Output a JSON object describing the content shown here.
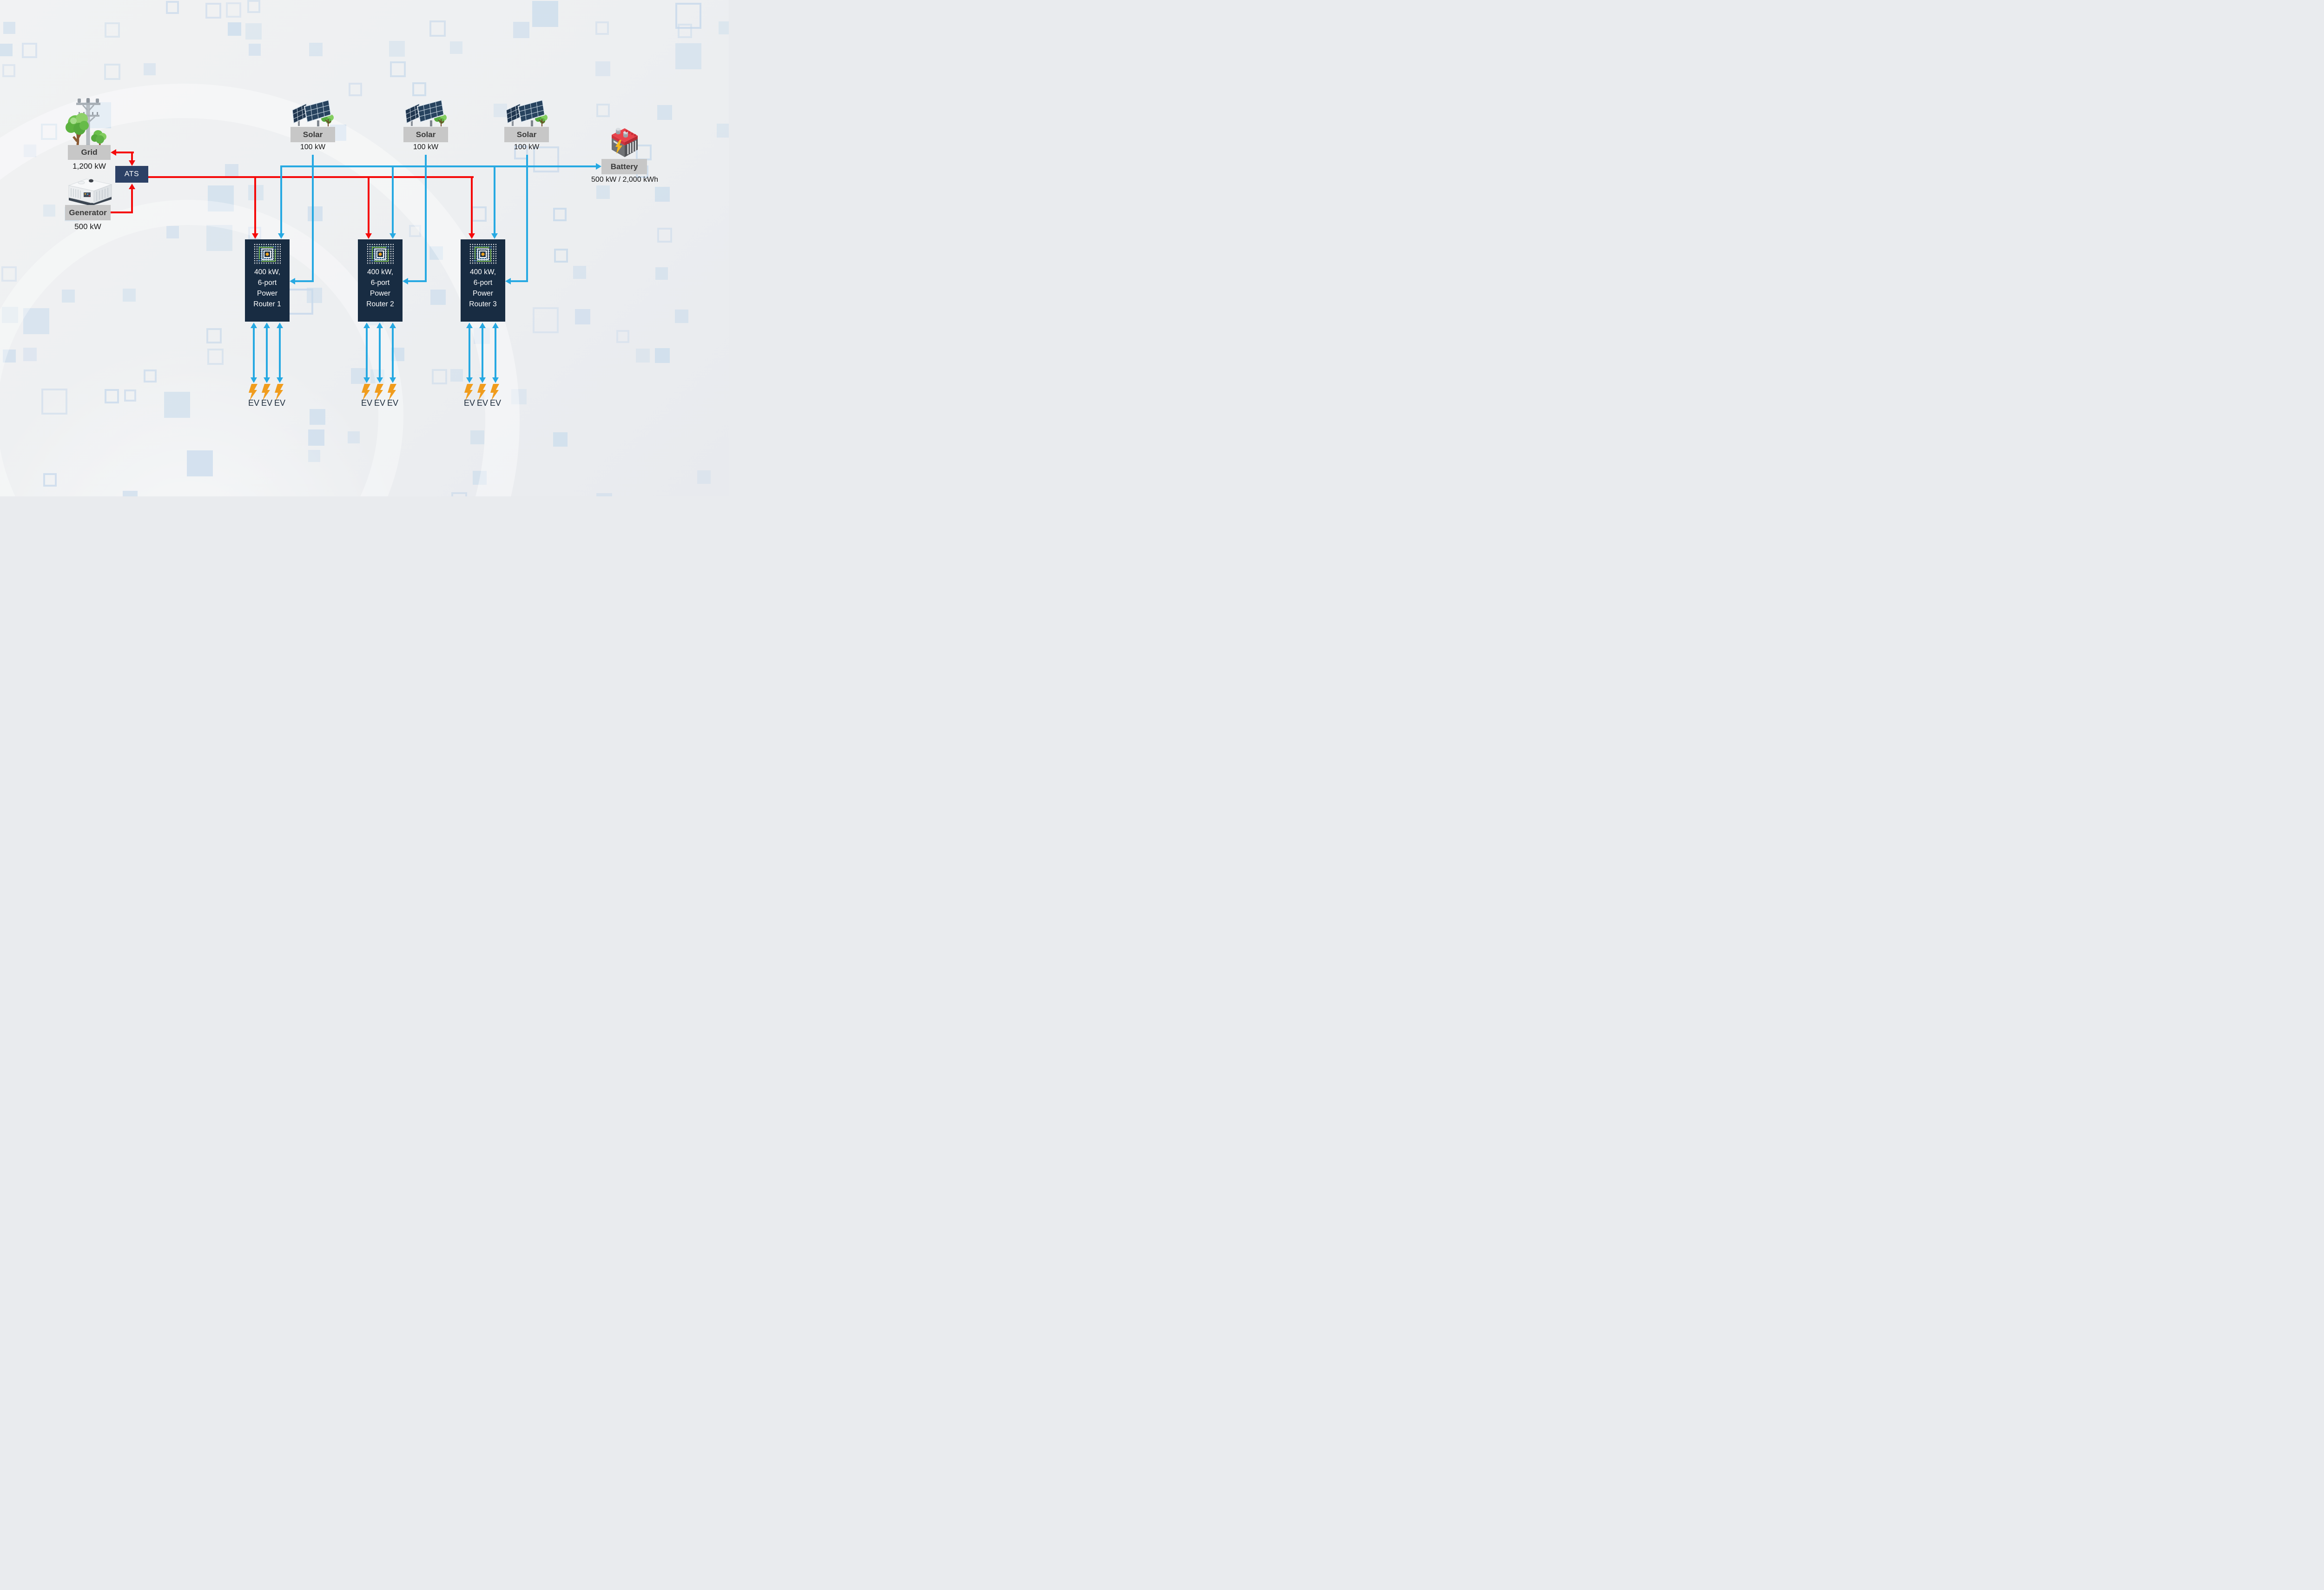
{
  "colors": {
    "ac_line_red": "#f50a0a",
    "dc_line_blue": "#27a9e2",
    "ats_navy": "#2c4166",
    "router_navy": "#182c42",
    "label_bg": "#c7c7c7",
    "label_text": "#3a3a3a",
    "ev_text": "#1b2a3a",
    "bolt_orange": "#f09c1d"
  },
  "nodes": {
    "grid": {
      "label": "Grid",
      "capacity": "1,200 kW"
    },
    "generator": {
      "label": "Generator",
      "capacity": "500 kW"
    },
    "ats": {
      "label": "ATS"
    },
    "battery": {
      "label": "Battery",
      "capacity": "500 kW / 2,000 kWh"
    },
    "solar": [
      {
        "label": "Solar",
        "capacity": "100 kW"
      },
      {
        "label": "Solar",
        "capacity": "100 kW"
      },
      {
        "label": "Solar",
        "capacity": "100 kW"
      }
    ],
    "routers": [
      {
        "lines": [
          "400 kW,",
          "6-port",
          "Power",
          "Router 1"
        ]
      },
      {
        "lines": [
          "400 kW,",
          "6-port",
          "Power",
          "Router 2"
        ]
      },
      {
        "lines": [
          "400 kW,",
          "6-port",
          "Power",
          "Router 3"
        ]
      }
    ],
    "ev_label": "EV"
  }
}
